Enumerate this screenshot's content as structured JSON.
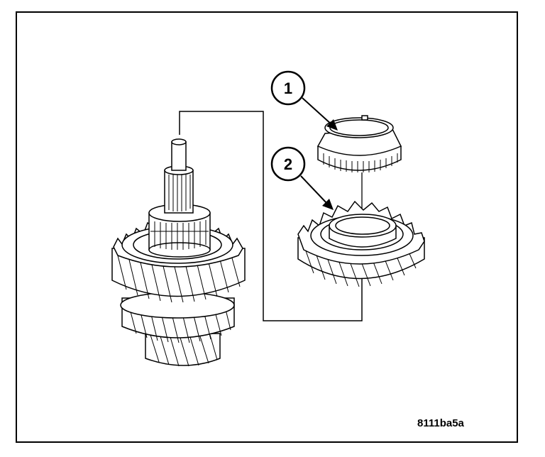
{
  "callouts": [
    {
      "label": "1",
      "part": "synchronizer-ring"
    },
    {
      "label": "2",
      "part": "gear"
    }
  ],
  "figure_code": "8111ba5a",
  "colors": {
    "ink": "#000000",
    "background": "#ffffff"
  }
}
